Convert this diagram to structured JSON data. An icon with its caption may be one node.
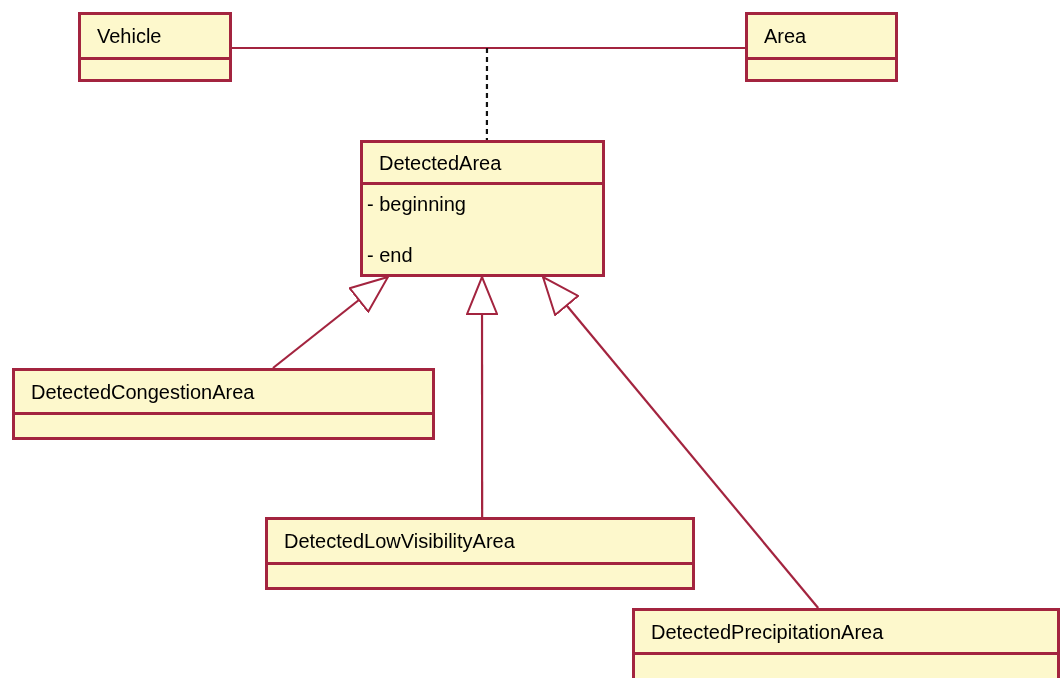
{
  "diagram": {
    "nodes": [
      {
        "text": [
          "Vehicle"
        ]
      },
      {
        "text": [
          "Area"
        ]
      },
      {
        "text": [
          "DetectedArea",
          "- beginning",
          "- end"
        ]
      },
      {
        "text": [
          "DetectedCongestionArea"
        ]
      },
      {
        "text": [
          "DetectedLowVisibilityArea"
        ]
      },
      {
        "text": [
          "DetectedPrecipitationArea"
        ]
      }
    ],
    "edges": [
      {
        "from": 0,
        "to": 1,
        "arrow": "none"
      },
      {
        "from": null,
        "to": 2,
        "arrow": "none",
        "style": "dashed",
        "color": "#111111"
      },
      {
        "from": 3,
        "to": 2,
        "arrow": "to"
      },
      {
        "from": 4,
        "to": 2,
        "arrow": "to"
      },
      {
        "from": 5,
        "to": 2,
        "arrow": "to"
      }
    ]
  }
}
